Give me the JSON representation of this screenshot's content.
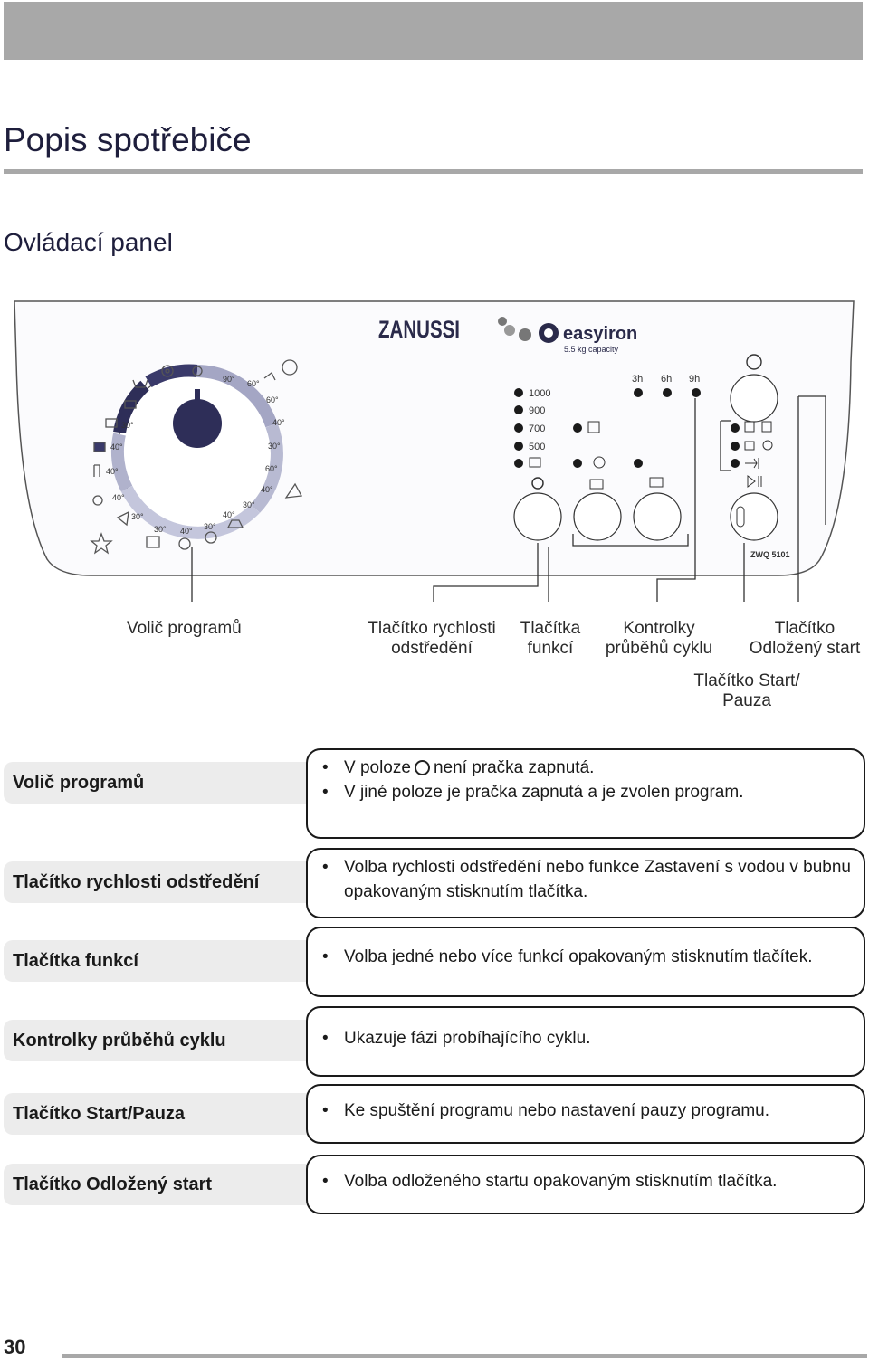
{
  "header": {
    "title": "Popis spotřebiče",
    "subtitle": "Ovládací panel"
  },
  "panel": {
    "brand": "ZANUSSI",
    "logo": "easyiron",
    "capacity": "5.5 kg capacity",
    "model": "ZWQ 5101",
    "dial_temps": [
      "90°",
      "60°",
      "60°",
      "40°",
      "30°",
      "60°",
      "40°",
      "30°",
      "40°",
      "30°",
      "40°",
      "30°",
      "30°",
      "40°",
      "40°",
      "40°",
      "30°"
    ],
    "spin_speeds": [
      "1000",
      "900",
      "700",
      "500"
    ],
    "delay_hours": [
      "3h",
      "6h",
      "9h"
    ],
    "icons": [
      "wool-icon",
      "spin-icon",
      "off-icon",
      "cotton-icon",
      "eco-icon",
      "prewash-icon",
      "rinse-icon",
      "delicate-icon",
      "easyiron-icon",
      "handwash-icon",
      "drain-icon",
      "time-saving-icon",
      "extra-rinse-icon",
      "delay-icon",
      "start-pause-icon",
      "progress-icon"
    ]
  },
  "callouts": {
    "program_selector": "Volič programů",
    "spin_button": [
      "Tlačítko rychlosti",
      "odstředění"
    ],
    "function_buttons": [
      "Tlačítka",
      "funkcí"
    ],
    "cycle_lights": [
      "Kontrolky",
      "průběhů cyklu"
    ],
    "delay_start": [
      "Tlačítko",
      "Odložený start"
    ],
    "start_pause": [
      "Tlačítko Start/",
      "Pauza"
    ]
  },
  "rows": [
    {
      "label": "Volič programů",
      "lines": [
        "V poloze",
        "není pračka zapnutá.",
        "V jiné poloze je pračka zapnutá a je zvolen program."
      ]
    },
    {
      "label": "Tlačítko rychlosti odstředění",
      "lines": [
        "Volba rychlosti odstředění nebo funkce Zastavení s vodou v bubnu opakovaným stisknutím tlačítka."
      ]
    },
    {
      "label": "Tlačítka funkcí",
      "lines": [
        "Volba jedné nebo více funkcí opakovaným stisknutím tlačítek."
      ]
    },
    {
      "label": "Kontrolky průběhů cyklu",
      "lines": [
        "Ukazuje fázi probíhajícího cyklu."
      ]
    },
    {
      "label": "Tlačítko Start/Pauza",
      "lines": [
        "Ke spuštění programu nebo nastavení pauzy programu."
      ]
    },
    {
      "label": "Tlačítko Odložený start",
      "lines": [
        "Volba odloženého startu opakovaným stisknutím tlačítka."
      ]
    }
  ],
  "footer": {
    "page": "30"
  }
}
